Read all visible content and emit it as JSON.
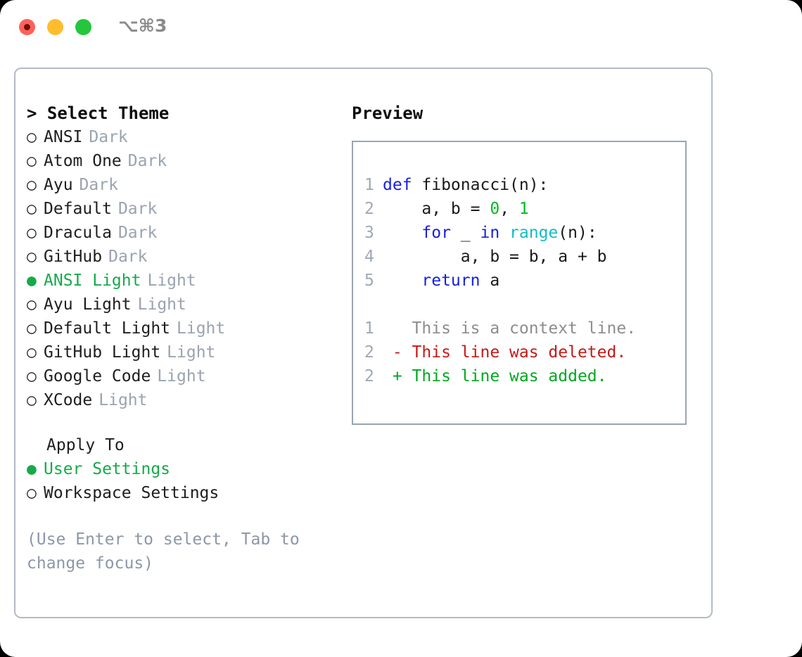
{
  "titlebar": {
    "shortcut": "⌥⌘3",
    "buttons": {
      "close": "close-button",
      "minimize": "minimize-button",
      "maximize": "maximize-button"
    }
  },
  "theme_panel": {
    "heading": "> Select Theme",
    "bullet_selected": "●",
    "bullet_unselected": "○",
    "items": [
      {
        "name": "ANSI",
        "kind": "Dark",
        "selected": false
      },
      {
        "name": "Atom One",
        "kind": "Dark",
        "selected": false
      },
      {
        "name": "Ayu",
        "kind": "Dark",
        "selected": false
      },
      {
        "name": "Default",
        "kind": "Dark",
        "selected": false
      },
      {
        "name": "Dracula",
        "kind": "Dark",
        "selected": false
      },
      {
        "name": "GitHub",
        "kind": "Dark",
        "selected": false
      },
      {
        "name": "ANSI Light",
        "kind": "Light",
        "selected": true
      },
      {
        "name": "Ayu Light",
        "kind": "Light",
        "selected": false
      },
      {
        "name": "Default Light",
        "kind": "Light",
        "selected": false
      },
      {
        "name": "GitHub Light",
        "kind": "Light",
        "selected": false
      },
      {
        "name": "Google Code",
        "kind": "Light",
        "selected": false
      },
      {
        "name": "XCode",
        "kind": "Light",
        "selected": false
      }
    ]
  },
  "apply_to": {
    "heading": "Apply To",
    "options": [
      {
        "label": "User Settings",
        "selected": true
      },
      {
        "label": "Workspace Settings",
        "selected": false
      }
    ]
  },
  "hint": "(Use Enter to select, Tab to change focus)",
  "preview": {
    "heading": "Preview",
    "code_lines": [
      {
        "number": "1",
        "tokens": [
          {
            "t": "def",
            "c": "kw"
          },
          {
            "t": " fibonacci(n):",
            "c": ""
          }
        ]
      },
      {
        "number": "2",
        "tokens": [
          {
            "t": "    a, b = ",
            "c": ""
          },
          {
            "t": "0",
            "c": "num"
          },
          {
            "t": ", ",
            "c": ""
          },
          {
            "t": "1",
            "c": "num"
          }
        ]
      },
      {
        "number": "3",
        "tokens": [
          {
            "t": "    ",
            "c": ""
          },
          {
            "t": "for",
            "c": "kw"
          },
          {
            "t": " _ ",
            "c": ""
          },
          {
            "t": "in",
            "c": "kw"
          },
          {
            "t": " ",
            "c": ""
          },
          {
            "t": "range",
            "c": "fn"
          },
          {
            "t": "(n):",
            "c": ""
          }
        ]
      },
      {
        "number": "4",
        "tokens": [
          {
            "t": "        a, b = b, a + b",
            "c": ""
          }
        ]
      },
      {
        "number": "5",
        "tokens": [
          {
            "t": "    ",
            "c": ""
          },
          {
            "t": "return",
            "c": "kw"
          },
          {
            "t": " a",
            "c": ""
          }
        ]
      }
    ],
    "diff_lines": [
      {
        "number": "1",
        "marker": " ",
        "text": " This is a context line.",
        "kind": "ctx"
      },
      {
        "number": "2",
        "marker": "-",
        "text": " This line was deleted.",
        "kind": "del"
      },
      {
        "number": "2",
        "marker": "+",
        "text": " This line was added.",
        "kind": "add"
      }
    ]
  },
  "colors": {
    "accent_green": "#16a94a",
    "keyword_blue": "#1520e0",
    "function_cyan": "#12bcc4",
    "number_green": "#00bb22",
    "diff_delete_red": "#c41a16",
    "diff_add_green": "#00a81f",
    "muted_gray": "#9aa3b0",
    "border_gray": "#b3bbc7"
  }
}
